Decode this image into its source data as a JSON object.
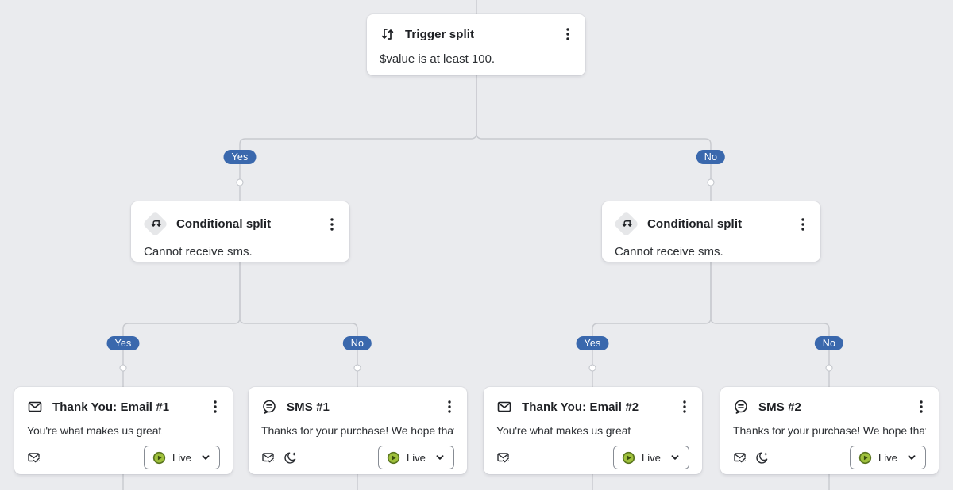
{
  "colors": {
    "bg": "#eaebee",
    "line": "#c7c9ce",
    "badge": "#3a68ad",
    "live_fill": "#9fc13c",
    "live_ring": "#5a751f"
  },
  "badges": {
    "yes": "Yes",
    "no": "No"
  },
  "trigger": {
    "title": "Trigger split",
    "description": "$value is at least 100.",
    "icon": "trigger-split-icon"
  },
  "conditional_left": {
    "title": "Conditional split",
    "description": "Cannot receive sms.",
    "icon": "conditional-split-icon"
  },
  "conditional_right": {
    "title": "Conditional split",
    "description": "Cannot receive sms.",
    "icon": "conditional-split-icon"
  },
  "actions": [
    {
      "type": "email",
      "title": "Thank You: Email #1",
      "preview": "You're what makes us great",
      "status": "Live"
    },
    {
      "type": "sms",
      "title": "SMS #1",
      "preview": "Thanks for your purchase! We hope that ...",
      "status": "Live"
    },
    {
      "type": "email",
      "title": "Thank You: Email #2",
      "preview": "You're what makes us great",
      "status": "Live"
    },
    {
      "type": "sms",
      "title": "SMS #2",
      "preview": "Thanks for your purchase! We hope that ...",
      "status": "Live"
    }
  ]
}
